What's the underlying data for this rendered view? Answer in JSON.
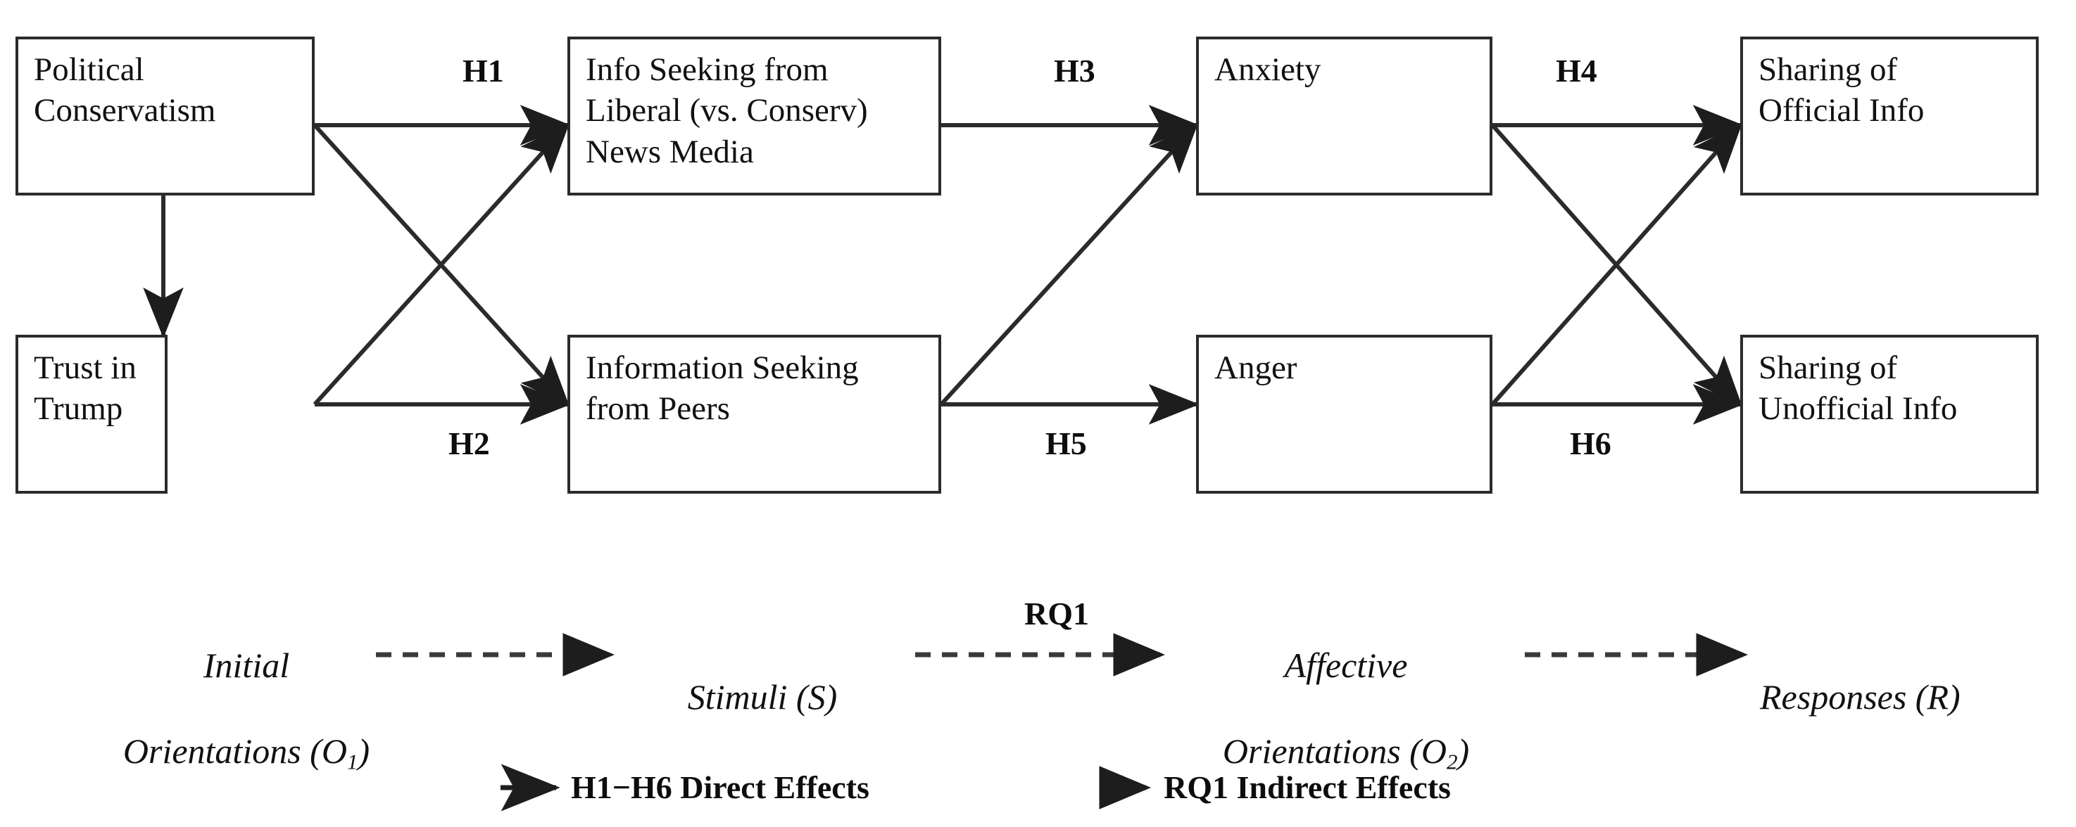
{
  "figure": {
    "type": "path-model-diagram",
    "background_color": "#ffffff",
    "line_color": "#2b2b2b",
    "text_color": "#111111"
  },
  "nodes": [
    {
      "id": "political-conservatism",
      "label": "Political\nConservatism",
      "column": 1,
      "row": "top"
    },
    {
      "id": "trust-in-trump",
      "label": "Trust in\nTrump",
      "column": 1,
      "row": "bottom"
    },
    {
      "id": "info-seeking-news-media",
      "label": "Info Seeking from\nLiberal (vs. Conserv)\nNews Media",
      "column": 2,
      "row": "top"
    },
    {
      "id": "info-seeking-peers",
      "label": "Information Seeking\nfrom Peers",
      "column": 2,
      "row": "bottom"
    },
    {
      "id": "anxiety",
      "label": "Anxiety",
      "column": 3,
      "row": "top"
    },
    {
      "id": "anger",
      "label": "Anger",
      "column": 3,
      "row": "bottom"
    },
    {
      "id": "sharing-official-info",
      "label": "Sharing of\nOfficial Info",
      "column": 4,
      "row": "top"
    },
    {
      "id": "sharing-unofficial-info",
      "label": "Sharing of\nUnofficial Info",
      "column": 4,
      "row": "bottom"
    }
  ],
  "hypothesis_labels": [
    {
      "id": "h1",
      "text": "H1"
    },
    {
      "id": "h2",
      "text": "H2"
    },
    {
      "id": "h3",
      "text": "H3"
    },
    {
      "id": "h4",
      "text": "H4"
    },
    {
      "id": "h5",
      "text": "H5"
    },
    {
      "id": "h6",
      "text": "H6"
    }
  ],
  "stages": [
    {
      "id": "initial-orientations",
      "line1": "Initial",
      "line2_pre": "Orientations (O",
      "sub": "1",
      "line2_post": ")"
    },
    {
      "id": "stimuli",
      "line1": "",
      "line2_pre": "Stimuli (S",
      "sub": "",
      "line2_post": ")"
    },
    {
      "id": "affective-orientations",
      "line1": "Affective",
      "line2_pre": "Orientations (O",
      "sub": "2",
      "line2_post": ")"
    },
    {
      "id": "responses",
      "line1": "",
      "line2_pre": "Responses (R",
      "sub": "",
      "line2_post": ")"
    }
  ],
  "rq_label": {
    "id": "rq1",
    "text": "RQ1"
  },
  "legend": {
    "direct": {
      "text": "H1−H6 Direct Effects",
      "style": "solid-arrow"
    },
    "indirect": {
      "text": "RQ1 Indirect Effects",
      "style": "dashed-arrow"
    }
  }
}
